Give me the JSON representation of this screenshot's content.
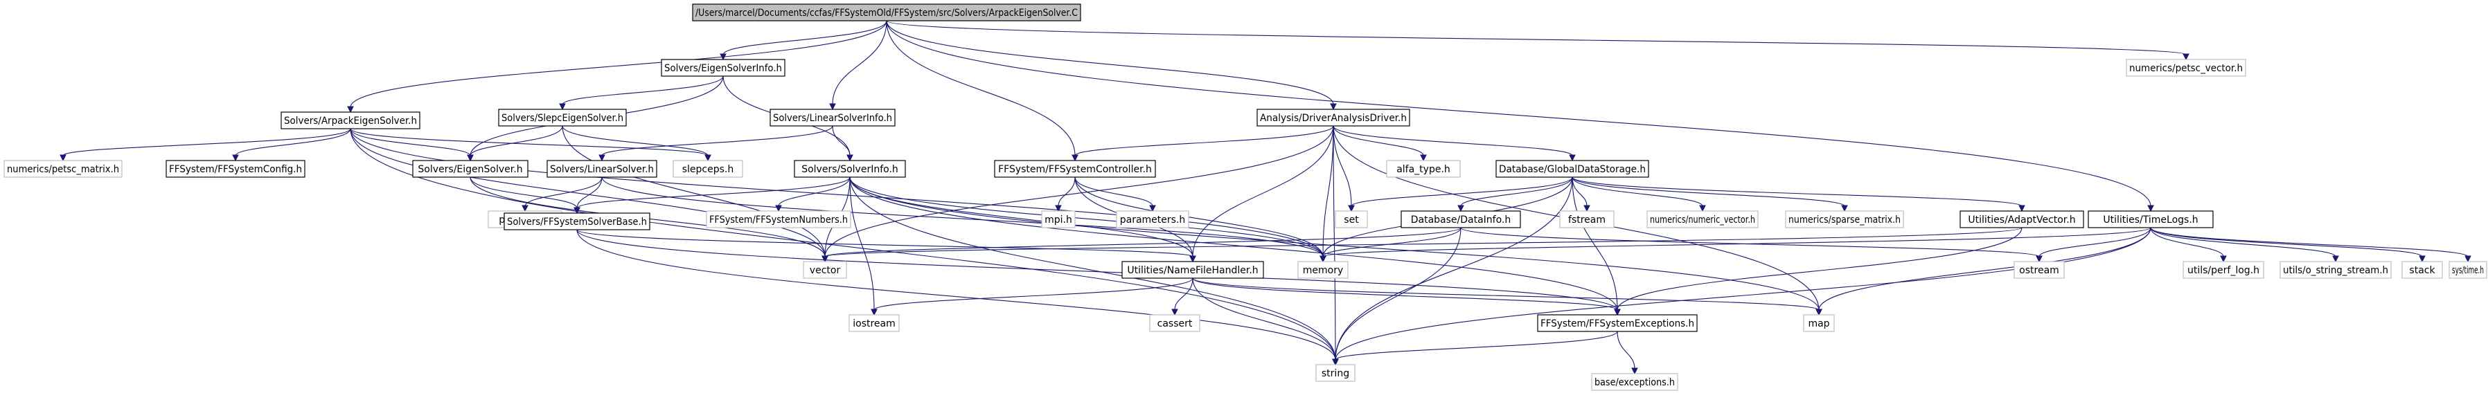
{
  "diagram": {
    "type": "include-dependency-graph",
    "colors": {
      "root_fill": "#bfbfbf",
      "root_stroke": "#000000",
      "node_fill": "#ffffff",
      "node_stroke": "#000000",
      "leaf_stroke": "#bfbfbf",
      "edge": "#191970",
      "text": "#000000"
    },
    "nodes": [
      {
        "id": "root",
        "label": "/Users/marcel/Documents/ccfas/FFSystemOld/FFSystem/src/Solvers/ArpackEigenSolver.C",
        "kind": "root"
      },
      {
        "id": "eigenInfo",
        "label": "Solvers/EigenSolverInfo.h",
        "kind": "documented"
      },
      {
        "id": "petscVector",
        "label": "numerics/petsc_vector.h",
        "kind": "external"
      },
      {
        "id": "arpackH",
        "label": "Solvers/ArpackEigenSolver.h",
        "kind": "documented"
      },
      {
        "id": "linInfo",
        "label": "Solvers/LinearSolverInfo.h",
        "kind": "documented"
      },
      {
        "id": "analysisDriver",
        "label": "Analysis/DriverAnalysisDriver.h",
        "kind": "documented"
      },
      {
        "id": "slepcH",
        "label": "Solvers/SlepcEigenSolver.h",
        "kind": "documented"
      },
      {
        "id": "petscMatrix",
        "label": "numerics/petsc_matrix.h",
        "kind": "external"
      },
      {
        "id": "config",
        "label": "FFSystem/FFSystemConfig.h",
        "kind": "documented"
      },
      {
        "id": "eigenSolverH",
        "label": "Solvers/EigenSolver.h",
        "kind": "documented"
      },
      {
        "id": "linSolverH",
        "label": "Solvers/LinearSolver.h",
        "kind": "documented"
      },
      {
        "id": "slepceps",
        "label": "slepceps.h",
        "kind": "external"
      },
      {
        "id": "solverInfo",
        "label": "Solvers/SolverInfo.h",
        "kind": "documented"
      },
      {
        "id": "controller",
        "label": "FFSystem/FFSystemController.h",
        "kind": "documented"
      },
      {
        "id": "alfaType",
        "label": "alfa_type.h",
        "kind": "external"
      },
      {
        "id": "globalStorage",
        "label": "Database/GlobalDataStorage.h",
        "kind": "documented"
      },
      {
        "id": "timeLogs",
        "label": "Utilities/TimeLogs.h",
        "kind": "documented"
      },
      {
        "id": "petscksp",
        "label": "petscksp.h",
        "kind": "external"
      },
      {
        "id": "solverBase",
        "label": "Solvers/FFSystemSolverBase.h",
        "kind": "documented"
      },
      {
        "id": "numbers",
        "label": "FFSystem/FFSystemNumbers.h",
        "kind": "external"
      },
      {
        "id": "mpi",
        "label": "mpi.h",
        "kind": "external"
      },
      {
        "id": "parameters",
        "label": "parameters.h",
        "kind": "external"
      },
      {
        "id": "set",
        "label": "set",
        "kind": "external"
      },
      {
        "id": "dataInfo",
        "label": "Database/DataInfo.h",
        "kind": "documented"
      },
      {
        "id": "fstream",
        "label": "fstream",
        "kind": "external"
      },
      {
        "id": "numVector",
        "label": "numerics/numeric_vector.h",
        "kind": "external"
      },
      {
        "id": "sparseMatrix",
        "label": "numerics/sparse_matrix.h",
        "kind": "external"
      },
      {
        "id": "adaptVector",
        "label": "Utilities/AdaptVector.h",
        "kind": "documented"
      },
      {
        "id": "vector",
        "label": "vector",
        "kind": "external"
      },
      {
        "id": "nameFile",
        "label": "Utilities/NameFileHandler.h",
        "kind": "documented"
      },
      {
        "id": "memory",
        "label": "memory",
        "kind": "external"
      },
      {
        "id": "ostream",
        "label": "ostream",
        "kind": "external"
      },
      {
        "id": "perfLog",
        "label": "utils/perf_log.h",
        "kind": "external"
      },
      {
        "id": "stringStream",
        "label": "utils/o_string_stream.h",
        "kind": "external"
      },
      {
        "id": "stack",
        "label": "stack",
        "kind": "external"
      },
      {
        "id": "systime",
        "label": "sys/time.h",
        "kind": "external"
      },
      {
        "id": "iostream",
        "label": "iostream",
        "kind": "external"
      },
      {
        "id": "cassert",
        "label": "cassert",
        "kind": "external"
      },
      {
        "id": "exceptionsH",
        "label": "FFSystem/FFSystemExceptions.h",
        "kind": "documented"
      },
      {
        "id": "map",
        "label": "map",
        "kind": "external"
      },
      {
        "id": "string",
        "label": "string",
        "kind": "external"
      },
      {
        "id": "baseExceptions",
        "label": "base/exceptions.h",
        "kind": "external"
      }
    ],
    "edges": [
      [
        "root",
        "eigenInfo"
      ],
      [
        "root",
        "petscVector"
      ],
      [
        "root",
        "arpackH"
      ],
      [
        "root",
        "linInfo"
      ],
      [
        "root",
        "analysisDriver"
      ],
      [
        "root",
        "controller"
      ],
      [
        "root",
        "timeLogs"
      ],
      [
        "eigenInfo",
        "slepcH"
      ],
      [
        "eigenInfo",
        "eigenSolverH"
      ],
      [
        "eigenInfo",
        "solverInfo"
      ],
      [
        "arpackH",
        "petscMatrix"
      ],
      [
        "arpackH",
        "config"
      ],
      [
        "arpackH",
        "eigenSolverH"
      ],
      [
        "arpackH",
        "slepceps"
      ],
      [
        "arpackH",
        "vector"
      ],
      [
        "arpackH",
        "memory"
      ],
      [
        "arpackH",
        "string"
      ],
      [
        "linInfo",
        "linSolverH"
      ],
      [
        "linInfo",
        "solverInfo"
      ],
      [
        "slepcH",
        "eigenSolverH"
      ],
      [
        "slepcH",
        "slepceps"
      ],
      [
        "slepcH",
        "vector"
      ],
      [
        "eigenSolverH",
        "solverBase"
      ],
      [
        "eigenSolverH",
        "vector"
      ],
      [
        "linSolverH",
        "petscksp"
      ],
      [
        "linSolverH",
        "solverBase"
      ],
      [
        "linSolverH",
        "memory"
      ],
      [
        "solverInfo",
        "solverBase"
      ],
      [
        "solverInfo",
        "numbers"
      ],
      [
        "solverInfo",
        "vector"
      ],
      [
        "solverInfo",
        "nameFile"
      ],
      [
        "solverInfo",
        "memory"
      ],
      [
        "solverInfo",
        "iostream"
      ],
      [
        "solverInfo",
        "exceptionsH"
      ],
      [
        "solverInfo",
        "map"
      ],
      [
        "solverInfo",
        "string"
      ],
      [
        "analysisDriver",
        "controller"
      ],
      [
        "analysisDriver",
        "alfaType"
      ],
      [
        "analysisDriver",
        "globalStorage"
      ],
      [
        "analysisDriver",
        "set"
      ],
      [
        "analysisDriver",
        "vector"
      ],
      [
        "analysisDriver",
        "nameFile"
      ],
      [
        "analysisDriver",
        "memory"
      ],
      [
        "analysisDriver",
        "map"
      ],
      [
        "analysisDriver",
        "string"
      ],
      [
        "controller",
        "mpi"
      ],
      [
        "controller",
        "parameters"
      ],
      [
        "controller",
        "nameFile"
      ],
      [
        "controller",
        "memory"
      ],
      [
        "globalStorage",
        "set"
      ],
      [
        "globalStorage",
        "dataInfo"
      ],
      [
        "globalStorage",
        "fstream"
      ],
      [
        "globalStorage",
        "numVector"
      ],
      [
        "globalStorage",
        "sparseMatrix"
      ],
      [
        "globalStorage",
        "adaptVector"
      ],
      [
        "globalStorage",
        "memory"
      ],
      [
        "globalStorage",
        "exceptionsH"
      ],
      [
        "globalStorage",
        "string"
      ],
      [
        "dataInfo",
        "vector"
      ],
      [
        "dataInfo",
        "memory"
      ],
      [
        "dataInfo",
        "ostream"
      ],
      [
        "dataInfo",
        "string"
      ],
      [
        "adaptVector",
        "vector"
      ],
      [
        "adaptVector",
        "exceptionsH"
      ],
      [
        "timeLogs",
        "perfLog"
      ],
      [
        "timeLogs",
        "stringStream"
      ],
      [
        "timeLogs",
        "stack"
      ],
      [
        "timeLogs",
        "systime"
      ],
      [
        "timeLogs",
        "ostream"
      ],
      [
        "timeLogs",
        "memory"
      ],
      [
        "timeLogs",
        "map"
      ],
      [
        "timeLogs",
        "string"
      ],
      [
        "solverBase",
        "nameFile"
      ],
      [
        "solverBase",
        "exceptionsH"
      ],
      [
        "solverBase",
        "string"
      ],
      [
        "nameFile",
        "iostream"
      ],
      [
        "nameFile",
        "cassert"
      ],
      [
        "nameFile",
        "map"
      ],
      [
        "nameFile",
        "string"
      ],
      [
        "nameFile",
        "exceptionsH"
      ],
      [
        "exceptionsH",
        "baseExceptions"
      ],
      [
        "exceptionsH",
        "string"
      ]
    ]
  }
}
